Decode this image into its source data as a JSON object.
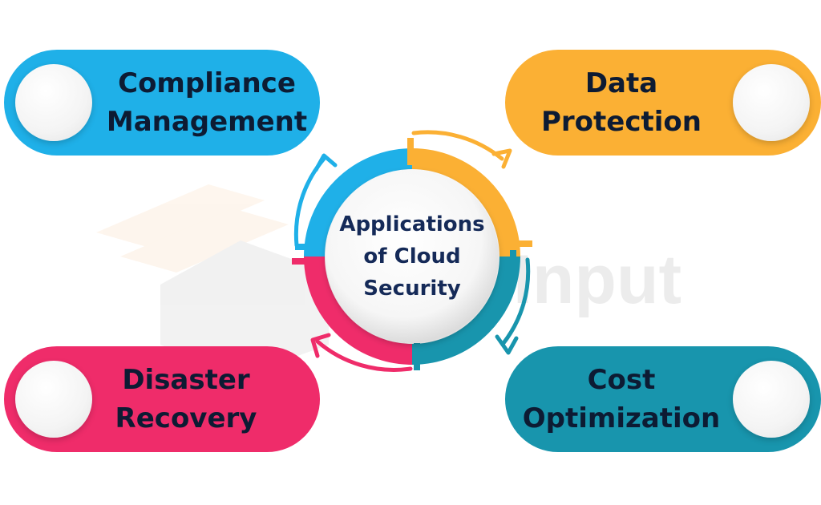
{
  "center": {
    "line1": "Applications",
    "line2": "of Cloud",
    "line3": "Security"
  },
  "nodes": [
    {
      "id": "compliance",
      "line1": "Compliance",
      "line2": "Management",
      "color": "#1fb0e8"
    },
    {
      "id": "data",
      "line1": "Data",
      "line2": "Protection",
      "color": "#fbb034"
    },
    {
      "id": "disaster",
      "line1": "Disaster",
      "line2": "Recovery",
      "color": "#ef2c6a"
    },
    {
      "id": "cost",
      "line1": "Cost",
      "line2": "Optimization",
      "color": "#1895ad"
    }
  ],
  "watermark": {
    "text": "Input"
  }
}
